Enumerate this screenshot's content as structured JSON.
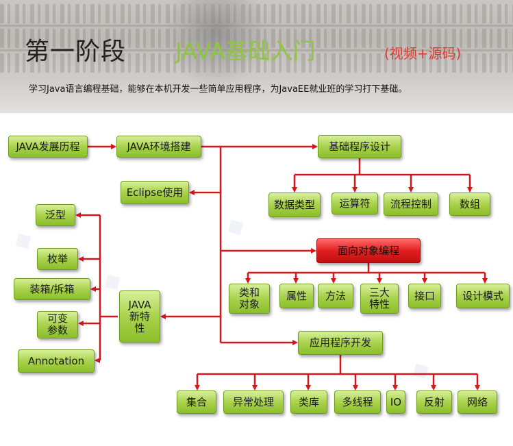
{
  "header": {
    "stage_title": "第一阶段",
    "course_title": "JAVA基础入门",
    "extras": "(视频+源码)",
    "description": "学习Java语言编程基础，能够在本机开发一些简单应用程序，为JavaEE就业班的学习打下基础。"
  },
  "colors": {
    "node_green": "#a9d24d",
    "node_red": "#e02020",
    "connector": "#d6161b",
    "course_title": "#8fc63f",
    "extras": "#e03a2f"
  },
  "nodes": {
    "java_history": "JAVA发展历程",
    "java_env": "JAVA环境搭建",
    "eclipse": "Eclipse使用",
    "basic_prog": "基础程序设计",
    "data_types": "数据类型",
    "operators": "运算符",
    "flow_control": "流程控制",
    "arrays": "数组",
    "oop": "面向对象编程",
    "class_object": "类和\n对象",
    "attributes": "属性",
    "methods": "方法",
    "three_features": "三大\n特性",
    "interface": "接口",
    "design_patterns": "设计模式",
    "new_features": "JAVA\n新特\n性",
    "generics": "泛型",
    "enum": "枚举",
    "boxing": "装箱/拆箱",
    "varargs": "可变\n参数",
    "annotation": "Annotation",
    "app_dev": "应用程序开发",
    "collections": "集合",
    "exceptions": "异常处理",
    "class_library": "类库",
    "multithreading": "多线程",
    "io": "IO",
    "reflection": "反射",
    "network": "网络"
  }
}
